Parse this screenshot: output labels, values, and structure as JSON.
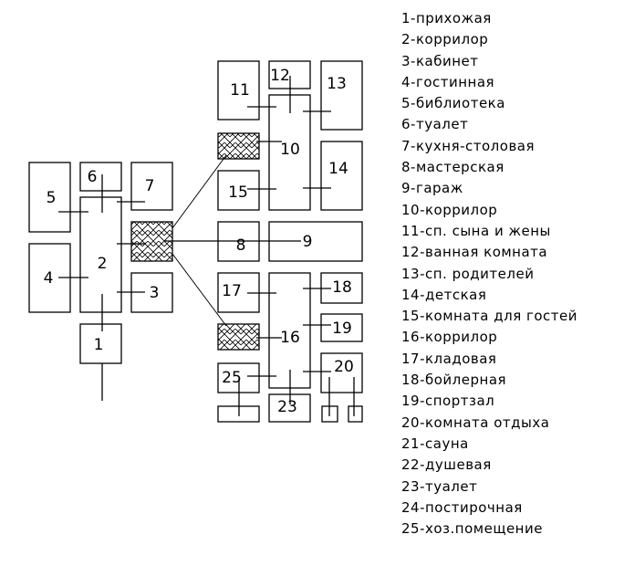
{
  "rooms": {
    "r1": "1",
    "r2": "2",
    "r3": "3",
    "r4": "4",
    "r5": "5",
    "r6": "6",
    "r7": "7",
    "r8": "8",
    "r9": "9",
    "r10": "10",
    "r11": "11",
    "r12": "12",
    "r13": "13",
    "r14": "14",
    "r15": "15",
    "r16": "16",
    "r17": "17",
    "r18": "18",
    "r19": "19",
    "r20": "20",
    "r23": "23",
    "r25": "25"
  },
  "legend": [
    "1-прихожая",
    "2-коррилор",
    "3-кабинет",
    "4-гостинная",
    "5-библиотека",
    "6-туалет",
    "7-кухня-столовая",
    "8-мастерская",
    "9-гараж",
    "10-коррилор",
    "11-сп. сына и жены",
    "12-ванная комната",
    "13-сп. родителей",
    "14-детская",
    "15-комната для гостей",
    "16-коррилор",
    "17-кладовая",
    "18-бойлерная",
    "19-спортзал",
    "20-комната отдыха",
    "21-сауна",
    "22-душевая",
    "23-туалет",
    "24-постирочная",
    "25-хоз.помещение"
  ]
}
